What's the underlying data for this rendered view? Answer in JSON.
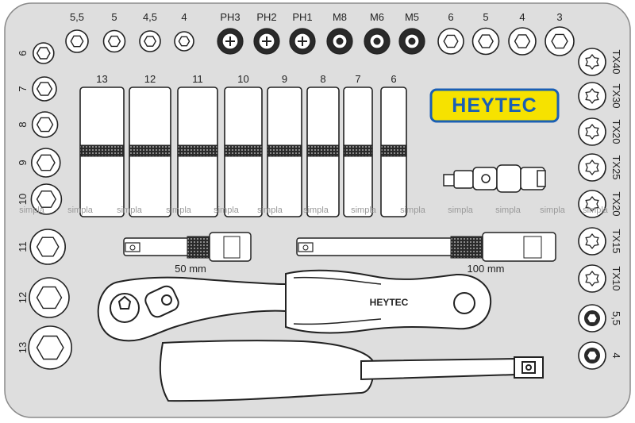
{
  "brand": {
    "logo_text": "HEYTEC",
    "handle_text": "HEYTEC",
    "logo_fill": "#f6e200",
    "logo_border": "#1a5fb4",
    "logo_text_color": "#1a5fb4"
  },
  "colors": {
    "tray": "#dedede",
    "tray_outline": "#8a8a8a",
    "tool_fill": "#ffffff",
    "tool_stroke": "#222222",
    "knurl": "#2a2a2a"
  },
  "top_sockets": [
    {
      "label": "5,5",
      "type": "hex"
    },
    {
      "label": "5",
      "type": "hex"
    },
    {
      "label": "4,5",
      "type": "hex"
    },
    {
      "label": "4",
      "type": "hex"
    },
    {
      "label": "PH3",
      "type": "phillips"
    },
    {
      "label": "PH2",
      "type": "phillips"
    },
    {
      "label": "PH1",
      "type": "phillips"
    },
    {
      "label": "M8",
      "type": "spline"
    },
    {
      "label": "M6",
      "type": "spline"
    },
    {
      "label": "M5",
      "type": "spline"
    },
    {
      "label": "6",
      "type": "hexbit"
    },
    {
      "label": "5",
      "type": "hexbit"
    },
    {
      "label": "4",
      "type": "hexbit"
    },
    {
      "label": "3",
      "type": "hexbit"
    }
  ],
  "left_sockets": [
    "6",
    "7",
    "8",
    "9",
    "10",
    "11",
    "12",
    "13"
  ],
  "right_bits": [
    "TX40",
    "TX30",
    "TX20",
    "TX25",
    "TX20",
    "TX15",
    "TX10",
    "5,5",
    "4"
  ],
  "deep_sockets": [
    "13",
    "12",
    "11",
    "10",
    "9",
    "8",
    "7",
    "6"
  ],
  "extensions": [
    {
      "label": "50 mm"
    },
    {
      "label": "100 mm"
    }
  ],
  "watermark": {
    "text": "simpla"
  },
  "tools": {
    "ratchet": "ratchet",
    "universal_joint": "universal-joint",
    "spinner_handle": "spinner-handle"
  }
}
